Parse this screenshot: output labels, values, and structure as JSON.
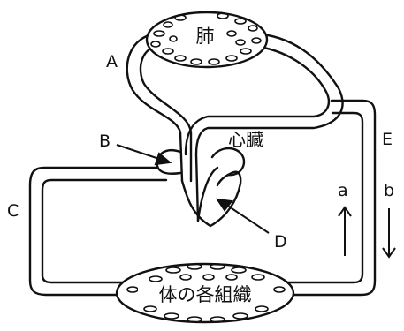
{
  "organs": {
    "lungs": "肺",
    "heart": "心臓",
    "body_tissues": "体の各組織"
  },
  "labels": {
    "A": "A",
    "B": "B",
    "C": "C",
    "D": "D",
    "E": "E",
    "a": "a",
    "b": "b"
  },
  "arrows": {
    "a_direction": "up",
    "b_direction": "down"
  },
  "colors": {
    "line": "#111111",
    "fill": "#ffffff"
  }
}
